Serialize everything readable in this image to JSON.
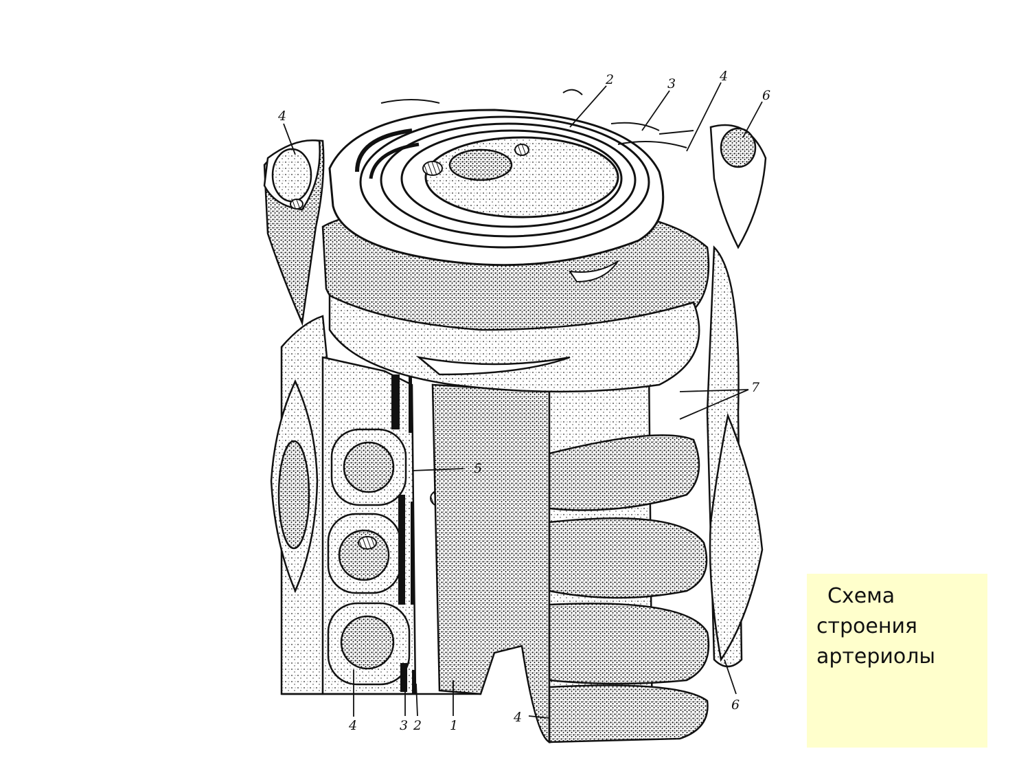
{
  "caption": {
    "line1": "Схема",
    "line2": "строения",
    "line3": "артериолы",
    "background": "#ffffcc"
  },
  "labels": {
    "top_2": "2",
    "top_3": "3",
    "top_4": "4",
    "top_6": "6",
    "left_4": "4",
    "right_7": "7",
    "mid_5": "5",
    "bottom_4": "4",
    "bottom_3": "3",
    "bottom_2": "2",
    "bottom_1": "1",
    "bottom_4_arrow": "4",
    "bottom_6": "6"
  },
  "colors": {
    "ink": "#111111",
    "paper": "#ffffff"
  }
}
